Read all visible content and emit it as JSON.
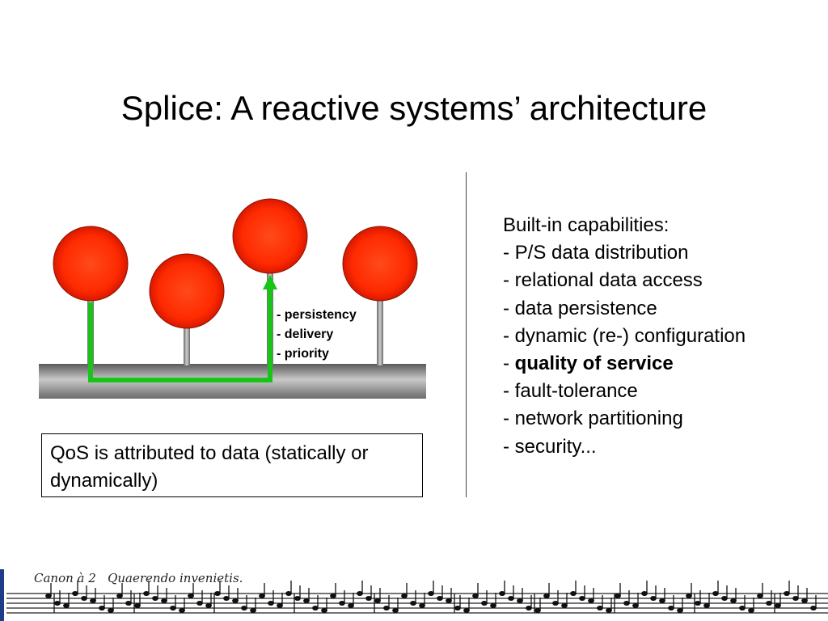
{
  "title": "Splice: A reactive systems’ architecture",
  "diagram": {
    "qos_labels": [
      "- persistency",
      "- delivery",
      "- priority"
    ],
    "node_color": "#ff2a00",
    "path_color": "#19c419"
  },
  "qos_note": "QoS is attributed to data (statically or dynamically)",
  "capabilities": {
    "heading": "Built-in capabilities:",
    "items": [
      {
        "prefix": "- ",
        "text": "P/S data distribution"
      },
      {
        "prefix": "- ",
        "text": "relational data access"
      },
      {
        "prefix": "- ",
        "text": "data persistence"
      },
      {
        "prefix": "- ",
        "text": "dynamic (re-) configuration"
      },
      {
        "prefix": "- ",
        "text": "quality of service"
      },
      {
        "prefix": "- ",
        "text": "fault-tolerance"
      },
      {
        "prefix": "- ",
        "text": "network partitioning"
      },
      {
        "prefix": "- ",
        "text": "security..."
      }
    ]
  },
  "footer": {
    "caption": "Canon à 2   Quaerendo invenietis."
  }
}
